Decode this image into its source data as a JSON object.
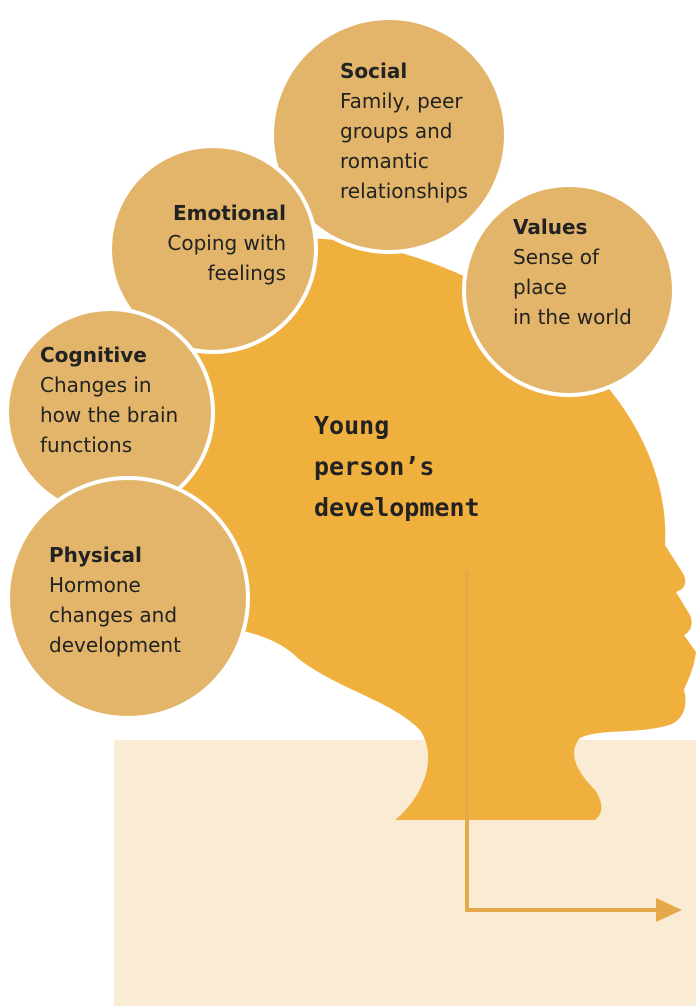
{
  "colors": {
    "head": "#f0b03e",
    "bubble": "#e2b56a",
    "bubble_border": "#ffffff",
    "panel": "#faebd5",
    "arrow": "#e5a94a",
    "text": "#222222"
  },
  "center": {
    "title": "Young\nperson’s\ndevelopment"
  },
  "bubbles": [
    {
      "id": "social",
      "title": "Social",
      "description": "Family, peer\ngroups and\nromantic\nrelationships"
    },
    {
      "id": "emotional",
      "title": "Emotional",
      "description": "Coping with\nfeelings"
    },
    {
      "id": "values",
      "title": "Values",
      "description": "Sense of\nplace\nin the world"
    },
    {
      "id": "cognitive",
      "title": "Cognitive",
      "description": "Changes in\nhow the brain\nfunctions"
    },
    {
      "id": "physical",
      "title": "Physical",
      "description": "Hormone\nchanges and\ndevelopment"
    }
  ],
  "icons": {
    "silhouette": "head-profile-silhouette",
    "arrow": "elbow-arrow-right"
  }
}
